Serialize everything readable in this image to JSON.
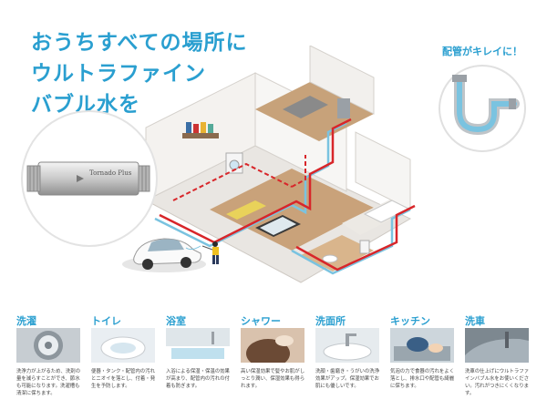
{
  "headline": {
    "lines": [
      "おうちすべての場所に",
      "ウルトラファイン",
      "バブル水を"
    ],
    "color": "#2a9fd0"
  },
  "pipe_callout": {
    "label": "配管がキレイに！",
    "icon": "pipe-u-trap-icon"
  },
  "device": {
    "brand": "Tornado Plus",
    "icon": "water-device-icon"
  },
  "scene": {
    "icon": "isometric-house-icon",
    "line_colors": {
      "hot": "#d8262a",
      "cold": "#7ac3e0"
    }
  },
  "uses": [
    {
      "title": "洗濯",
      "icon": "washing-machine-icon",
      "desc": "洗浄力が上がるため、洗剤の量を減らすことができ、節水も可能になります。洗濯槽も清潔に保ちます。"
    },
    {
      "title": "トイレ",
      "icon": "toilet-icon",
      "desc": "便器・タンク・配管内の汚れとニオイを落とし、付着・発生を予防します。"
    },
    {
      "title": "浴室",
      "icon": "bathtub-icon",
      "desc": "入浴による保湿・保温の効果が高まり、配管内の汚れの付着も防ぎます。"
    },
    {
      "title": "シャワー",
      "icon": "shower-hair-icon",
      "desc": "高い保湿効果で髪やお肌がしっとり潤い、保湿効果も得られます。"
    },
    {
      "title": "洗面所",
      "icon": "washbasin-icon",
      "desc": "洗顔・歯磨き・うがいの洗浄効果がアップ。保湿効果でお肌にも優しいです。"
    },
    {
      "title": "キッチン",
      "icon": "kitchen-sink-icon",
      "desc": "気泡の力で食器の汚れをよく落とし、排水口や配管も綺麗に保ちます。"
    },
    {
      "title": "洗車",
      "icon": "car-wash-icon",
      "desc": "洗車の仕上げにウルトラファインバブル水をお使いください。汚れがつきにくくなります。"
    }
  ]
}
